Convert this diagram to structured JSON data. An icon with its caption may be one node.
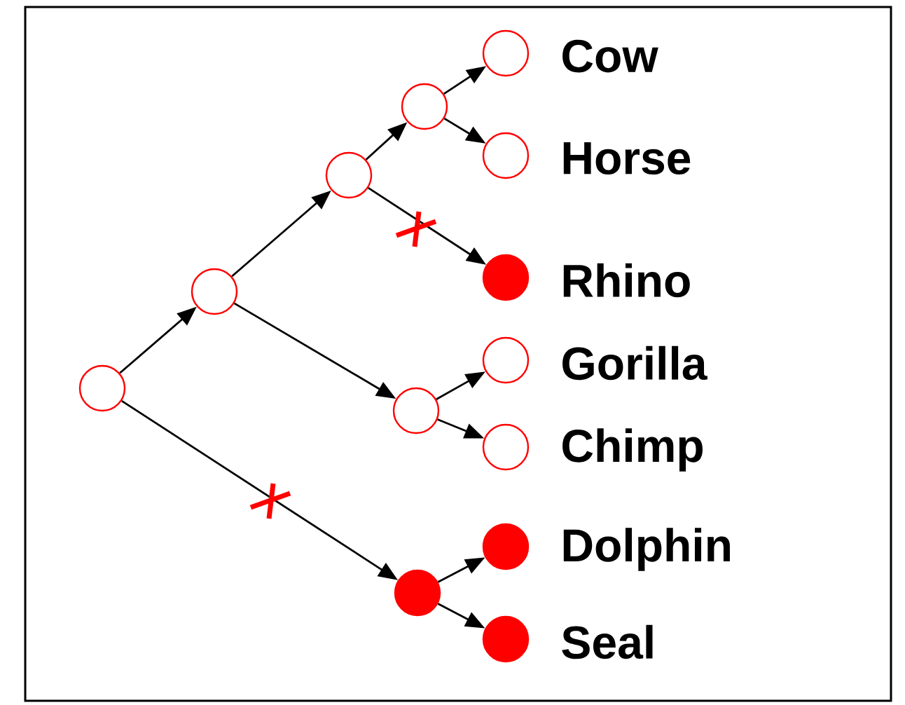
{
  "diagram": {
    "nodes": [
      {
        "text": [],
        "shape": "circle"
      },
      {
        "text": [],
        "shape": "circle"
      },
      {
        "text": [],
        "shape": "circle"
      },
      {
        "text": [],
        "shape": "circle"
      },
      {
        "text": [],
        "shape": "circle",
        "beside": [
          "Cow"
        ]
      },
      {
        "text": [],
        "shape": "circle",
        "beside": [
          "Horse"
        ]
      },
      {
        "text": [],
        "shape": "dot",
        "beside": [
          "Rhino"
        ]
      },
      {
        "text": [],
        "shape": "circle"
      },
      {
        "text": [],
        "shape": "circle",
        "beside": [
          "Gorilla"
        ]
      },
      {
        "text": [],
        "shape": "circle",
        "beside": [
          "Chimp"
        ]
      },
      {
        "text": [],
        "shape": "dot"
      },
      {
        "text": [],
        "shape": "dot",
        "beside": [
          "Dolphin"
        ]
      },
      {
        "text": [],
        "shape": "dot",
        "beside": [
          "Seal"
        ]
      }
    ],
    "edges": [
      {
        "from": 0,
        "to": 1,
        "arrow": "to"
      },
      {
        "from": 1,
        "to": 2,
        "arrow": "to"
      },
      {
        "from": 2,
        "to": 3,
        "arrow": "to"
      },
      {
        "from": 3,
        "to": 4,
        "arrow": "to"
      },
      {
        "from": 3,
        "to": 5,
        "arrow": "to"
      },
      {
        "from": 2,
        "to": 6,
        "arrow": "to"
      },
      {
        "from": 1,
        "to": 7,
        "arrow": "to"
      },
      {
        "from": 7,
        "to": 8,
        "arrow": "to"
      },
      {
        "from": 7,
        "to": 9,
        "arrow": "to"
      },
      {
        "from": 0,
        "to": 10,
        "arrow": "to"
      },
      {
        "from": 10,
        "to": 11,
        "arrow": "to"
      },
      {
        "from": 10,
        "to": 12,
        "arrow": "to"
      }
    ]
  }
}
